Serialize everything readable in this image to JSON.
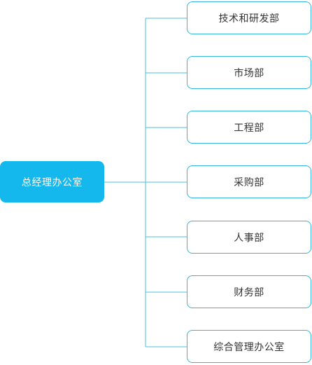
{
  "colors": {
    "root_fill": "#14b8ec",
    "node_border": "#32b6dc",
    "line": "#4ebfe0",
    "text_dark": "#333333",
    "text_light": "#ffffff"
  },
  "root": {
    "label": "总经理办公室"
  },
  "departments": [
    {
      "label": "技术和研发部"
    },
    {
      "label": "市场部"
    },
    {
      "label": "工程部"
    },
    {
      "label": "采购部"
    },
    {
      "label": "人事部"
    },
    {
      "label": "财务部"
    },
    {
      "label": "综合管理办公室"
    }
  ]
}
